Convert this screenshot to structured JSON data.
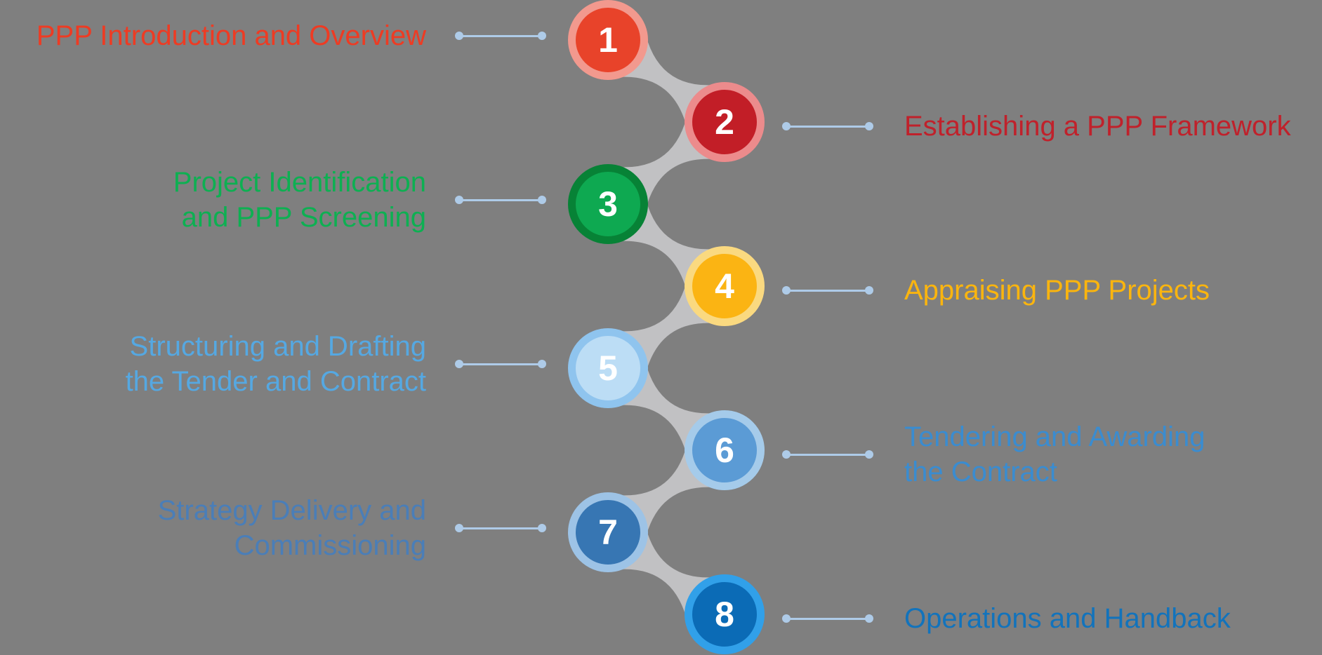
{
  "background_color": "#7f7f7f",
  "ribbon_color": "#c1c1c3",
  "connector_color": "#aecbe8",
  "number_text_color": "#ffffff",
  "steps": [
    {
      "number": "1",
      "side": "left",
      "label": "PPP Introduction and Overview",
      "label_color": "#ee3b23",
      "circle_fill": "#e8432a",
      "ring_color": "#f2998e"
    },
    {
      "number": "2",
      "side": "right",
      "label": "Establishing a PPP Framework",
      "label_color": "#c0212b",
      "circle_fill": "#c21e27",
      "ring_color": "#ec8b8c"
    },
    {
      "number": "3",
      "side": "left",
      "label": "Project Identification\nand PPP Screening",
      "label_color": "#0db052",
      "circle_fill": "#0ea951",
      "ring_color": "#078236"
    },
    {
      "number": "4",
      "side": "right",
      "label": "Appraising PPP Projects",
      "label_color": "#fbb50e",
      "circle_fill": "#fbb413",
      "ring_color": "#fad980"
    },
    {
      "number": "5",
      "side": "left",
      "label": "Structuring and Drafting\nthe Tender and Contract",
      "label_color": "#55a8e2",
      "circle_fill": "#bcddf5",
      "ring_color": "#8fc4ee"
    },
    {
      "number": "6",
      "side": "right",
      "label": "Tendering and Awarding\nthe Contract",
      "label_color": "#3a8cd0",
      "circle_fill": "#5b9bd5",
      "ring_color": "#a5cbea"
    },
    {
      "number": "7",
      "side": "left",
      "label": "Strategy Delivery and\nCommissioning",
      "label_color": "#4a7eb8",
      "circle_fill": "#3776b3",
      "ring_color": "#9dc3e6"
    },
    {
      "number": "8",
      "side": "right",
      "label": "Operations and Handback",
      "label_color": "#1273bc",
      "circle_fill": "#0b6bb6",
      "ring_color": "#31a0e9"
    }
  ]
}
